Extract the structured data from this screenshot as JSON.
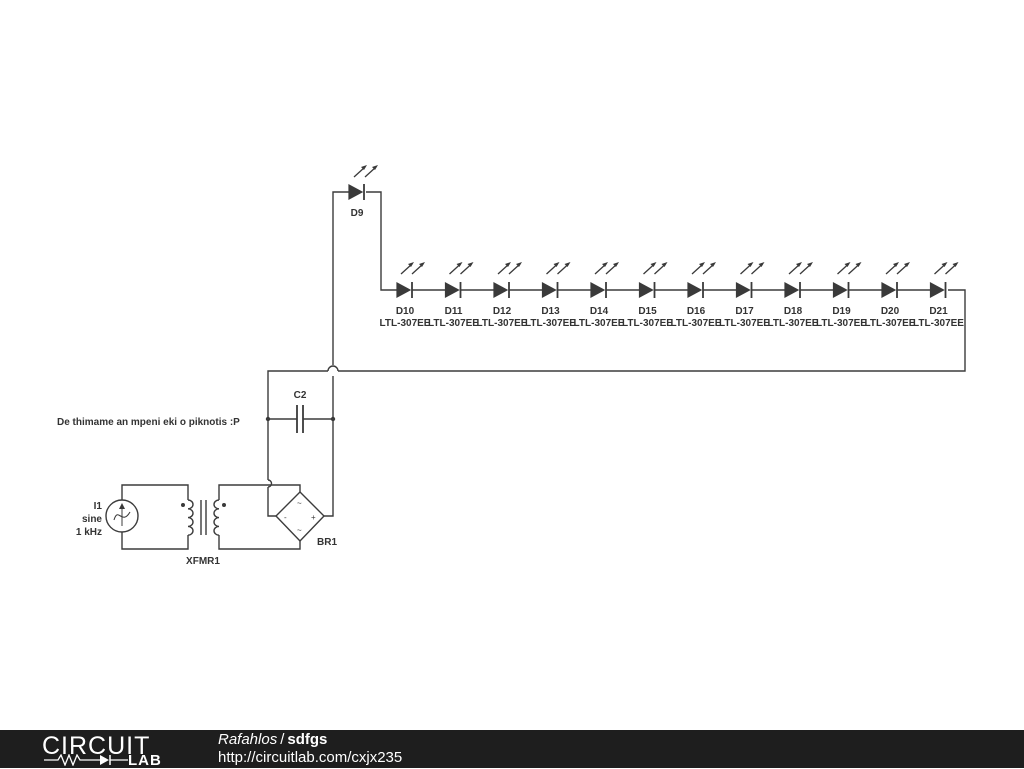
{
  "annotation": "De thimame an mpeni eki o piknotis :P",
  "source": {
    "name": "I1",
    "line2": "sine",
    "line3": "1 kHz"
  },
  "transformer": {
    "name": "XFMR1"
  },
  "bridge": {
    "name": "BR1",
    "plus": "+",
    "minus": "-",
    "ac": "~"
  },
  "capacitor": {
    "name": "C2"
  },
  "top_led": {
    "name": "D9"
  },
  "leds": [
    {
      "name": "D10",
      "part": "LTL-307EE"
    },
    {
      "name": "D11",
      "part": "LTL-307EE"
    },
    {
      "name": "D12",
      "part": "LTL-307EE"
    },
    {
      "name": "D13",
      "part": "LTL-307EE"
    },
    {
      "name": "D14",
      "part": "LTL-307EE"
    },
    {
      "name": "D15",
      "part": "LTL-307EE"
    },
    {
      "name": "D16",
      "part": "LTL-307EE"
    },
    {
      "name": "D17",
      "part": "LTL-307EE"
    },
    {
      "name": "D18",
      "part": "LTL-307EE"
    },
    {
      "name": "D19",
      "part": "LTL-307EE"
    },
    {
      "name": "D20",
      "part": "LTL-307EE"
    },
    {
      "name": "D21",
      "part": "LTL-307EE"
    }
  ],
  "footer": {
    "logo_top": "CIRCUIT",
    "logo_bottom": "LAB",
    "author": "Rafahlos",
    "separator": "/",
    "project": "sdfgs",
    "url": "http://circuitlab.com/cxjx235"
  }
}
